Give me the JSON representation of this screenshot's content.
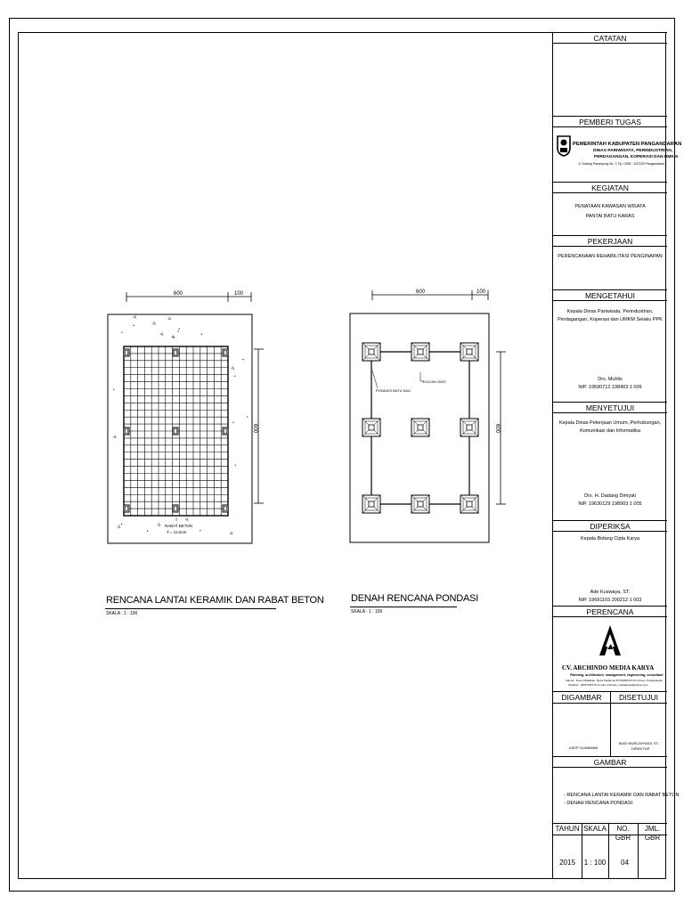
{
  "titleblock": {
    "catatan": "CATATAN",
    "pemberi_tugas": "PEMBERI TUGAS",
    "client_line1": "PEMERINTAH KABUPATEN PANGANDARAN",
    "client_line2": "DINAS PARIWISATA, PERINDUSTRIAN,",
    "client_line3": "PERDAGANGAN, KOPERASI DAN UMKM",
    "client_address": "Jl. Kidang Pananjung No. 3 Tlp. 0265 - 637159 Pangandaran",
    "kegiatan": "KEGIATAN",
    "kegiatan_line1": "PENATAAN KAWASAN WISATA",
    "kegiatan_line2": "PANTAI BATU KARAS",
    "pekerjaan": "PEKERJAAN",
    "pekerjaan_text": "PERENCANAAN REHABILITASI PENGINAPAN",
    "mengetahui": "MENGETAHUI",
    "mengetahui_line1": "Kepala Dinas Pariwisata, Perindustrian,",
    "mengetahui_line2": "Perdagangan, Koperasi dan UMKM Selaku PPK",
    "mengetahui_name": "Drs. Muhlis",
    "mengetahui_nip": "NIP. 19590712 198403 1 009",
    "menyetujui": "MENYETUJUI",
    "menyetujui_line1": "Kepala Dinas Pekerjaan Umum, Perhubungan,",
    "menyetujui_line2": "Komunikasi dan Informatika",
    "menyetujui_name": "Drs. H. Dadang Dimyati",
    "menyetujui_nip": "NIP. 19630129 198903 1 005",
    "diperiksa": "DIPERIKSA",
    "diperiksa_line1": "Kepala Bidang Cipta Karya",
    "diperiksa_name": "Ade Kuswaya, ST.",
    "diperiksa_nip": "NIP. 19691103 200212 1 003",
    "perencana": "PERENCANA",
    "company_name": "CV. ARCHINDO MEDIA KARYA",
    "company_tagline": "Planning, architecture, management, engineering, consultant",
    "company_addr1": "Alamat : Dusun Babakan, Desa Sukahurip RT.05/RW.04 No.12 Kec. Pangandaran",
    "company_addr2": "Telp/Fax : 0265 639779, E-mail: archindo_mediakarya@yahoo.com",
    "digambar": "DIGAMBAR",
    "disetujui": "DISETUJUI",
    "digambar_name": "ASEP GUNAWAN",
    "disetujui_name": "BUDI NURCAHYADI, ST.",
    "disetujui_role": "DIREKTUR",
    "gambar": "GAMBAR",
    "gambar_item1": "- RENCANA LANTAI KERAMIK DAN RABAT BETON",
    "gambar_item2": "- DENAH RENCANA PONDASI",
    "col_tahun": "TAHUN",
    "col_skala": "SKALA",
    "col_nogbr": "NO. GBR",
    "col_jmlgbr": "JML. GBR",
    "val_tahun": "2015",
    "val_skala": "1 : 100",
    "val_nogbr": "04",
    "val_jmlgbr": ""
  },
  "plan_left": {
    "title": "RENCANA LANTAI KERAMIK DAN RABAT BETON",
    "scale": "SKALA : 1 : 100",
    "dim_top": "600",
    "dim_top_small": "100",
    "dim_right": "600",
    "note_line1": "RABAT BETON",
    "note_line2": "T = 12,5cm"
  },
  "plan_right": {
    "title": "DENAH RENCANA PONDASI",
    "scale": "SKALA : 1 : 100",
    "dim_top": "600",
    "dim_top_small": "100",
    "dim_right": "600",
    "note_pondasi": "PONDASI BATU KALI",
    "note_kolom": "KOLOM 20/20"
  }
}
